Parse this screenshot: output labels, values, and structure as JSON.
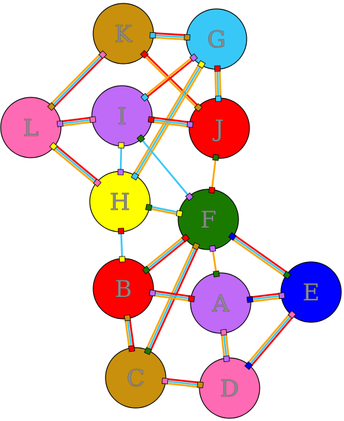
{
  "graph": {
    "nodes": [
      {
        "id": "K",
        "label": "K",
        "color": "#c8900c"
      },
      {
        "id": "G",
        "label": "G",
        "color": "#38c8f8"
      },
      {
        "id": "L",
        "label": "L",
        "color": "#ff6ab4"
      },
      {
        "id": "I",
        "label": "I",
        "color": "#c06af8"
      },
      {
        "id": "J",
        "label": "J",
        "color": "#ff0000"
      },
      {
        "id": "H",
        "label": "H",
        "color": "#ffff00"
      },
      {
        "id": "F",
        "label": "F",
        "color": "#1a7a00"
      },
      {
        "id": "B",
        "label": "B",
        "color": "#ff0000"
      },
      {
        "id": "A",
        "label": "A",
        "color": "#c06af8"
      },
      {
        "id": "E",
        "label": "E",
        "color": "#0000ff"
      },
      {
        "id": "C",
        "label": "C",
        "color": "#c8900c"
      },
      {
        "id": "D",
        "label": "D",
        "color": "#ff6ab4"
      }
    ],
    "edges": [
      {
        "from": "K",
        "to": "G",
        "colors": [
          "#ff0000",
          "#38c8f8",
          "#ffa500"
        ]
      },
      {
        "from": "K",
        "to": "L",
        "colors": [
          "#ff0000",
          "#38c8f8",
          "#ffa500"
        ]
      },
      {
        "from": "K",
        "to": "J",
        "colors": [
          "#ff0000",
          "#ffa500"
        ]
      },
      {
        "from": "G",
        "to": "I",
        "colors": [
          "#ff0000",
          "#ffa500"
        ]
      },
      {
        "from": "G",
        "to": "J",
        "colors": [
          "#ffa500",
          "#38c8f8",
          "#ffa500"
        ]
      },
      {
        "from": "G",
        "to": "H",
        "colors": [
          "#ffa500",
          "#38c8f8",
          "#ffa500"
        ]
      },
      {
        "from": "L",
        "to": "I",
        "colors": [
          "#ff0000",
          "#38c8f8",
          "#ffa500"
        ]
      },
      {
        "from": "L",
        "to": "H",
        "colors": [
          "#ff0000",
          "#38c8f8",
          "#ffa500"
        ]
      },
      {
        "from": "I",
        "to": "J",
        "colors": [
          "#ff0000",
          "#38c8f8",
          "#ffa500"
        ]
      },
      {
        "from": "I",
        "to": "H",
        "colors": [
          "#38c8f8"
        ]
      },
      {
        "from": "I",
        "to": "F",
        "colors": [
          "#38c8f8"
        ]
      },
      {
        "from": "J",
        "to": "F",
        "colors": [
          "#ffa500"
        ]
      },
      {
        "from": "H",
        "to": "F",
        "colors": [
          "#38c8f8",
          "#ffa500"
        ]
      },
      {
        "from": "H",
        "to": "B",
        "colors": [
          "#38c8f8"
        ]
      },
      {
        "from": "F",
        "to": "B",
        "colors": [
          "#ff0000",
          "#38c8f8",
          "#ffa500"
        ]
      },
      {
        "from": "F",
        "to": "A",
        "colors": [
          "#ffa500"
        ]
      },
      {
        "from": "F",
        "to": "C",
        "colors": [
          "#ff0000",
          "#38c8f8",
          "#ffa500"
        ]
      },
      {
        "from": "F",
        "to": "E",
        "colors": [
          "#ff0000",
          "#38c8f8",
          "#ffa500"
        ]
      },
      {
        "from": "B",
        "to": "A",
        "colors": [
          "#ff0000",
          "#38c8f8",
          "#ffa500"
        ]
      },
      {
        "from": "B",
        "to": "C",
        "colors": [
          "#ff0000",
          "#38c8f8",
          "#ffa500"
        ]
      },
      {
        "from": "A",
        "to": "E",
        "colors": [
          "#ff0000",
          "#38c8f8",
          "#ffa500"
        ]
      },
      {
        "from": "A",
        "to": "D",
        "colors": [
          "#ffa500",
          "#38c8f8",
          "#ffa500"
        ]
      },
      {
        "from": "E",
        "to": "D",
        "colors": [
          "#ff0000",
          "#38c8f8",
          "#ffa500"
        ]
      },
      {
        "from": "C",
        "to": "D",
        "colors": [
          "#ff0000",
          "#38c8f8",
          "#ffa500"
        ]
      }
    ]
  }
}
